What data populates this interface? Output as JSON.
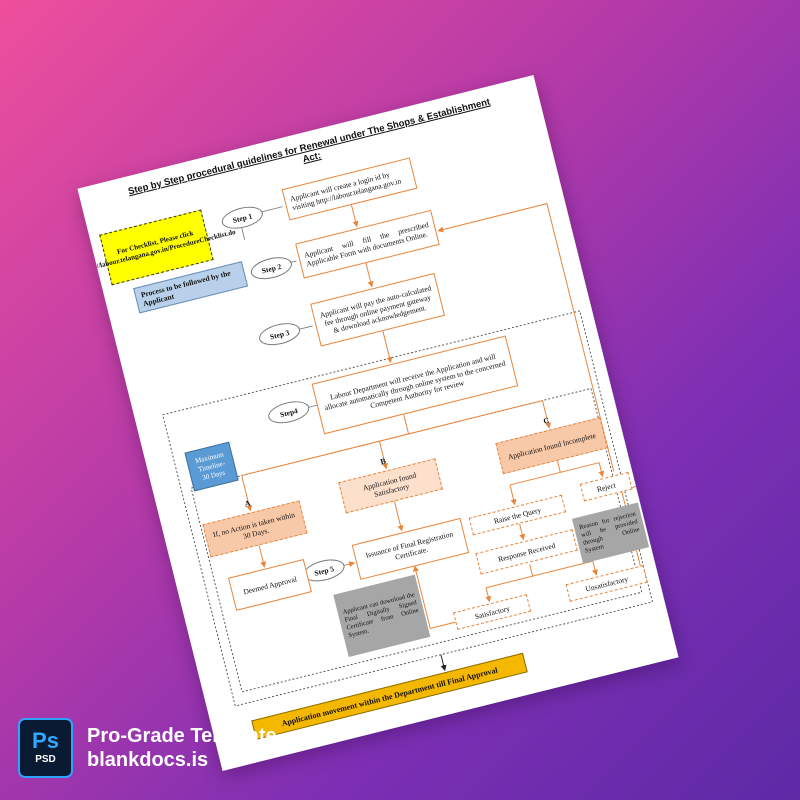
{
  "document": {
    "title": "Step by Step procedural guidelines for Renewal under The Shops & Establishment Act:",
    "checklist_box": "For Checklist, Please click https://labour.telangana.gov.in/ProcedureChecklist.do",
    "process_label": "Process to be followed by the Applicant",
    "timeline_label": "Maximum Timeline- 30 Days",
    "steps": {
      "step1": "Step 1",
      "step2": "Step 2",
      "step3": "Step 3",
      "step4": "Step4",
      "step5": "Step 5"
    },
    "boxes": {
      "login": "Applicant will create a login id by visiting http://labour.telangana.gov.in",
      "fill_form": "Applicant will fill the prescribed Applicable Form with documents Online.",
      "pay_fee": "Applicant will pay the auto-calculated fee through online payment gateway & download acknowledgement.",
      "receive": "Labour Department will receive the Application and will allocate automatically through online system to the concerned Competent Authority for review",
      "no_action": "If, no Action is taken within 30 Days.",
      "satisfactory_found": "Application found Satisfactory",
      "incomplete_found": "Application found Incomplete",
      "deemed": "Deemed Approval",
      "issuance": "Issuance of Final Registration Certificate.",
      "raise_query": "Raise the Query",
      "reject": "Reject",
      "response": "Response Received",
      "satisfactory": "Satisfactory",
      "unsatisfactory": "Unsatisfactory",
      "download_note": "Applicant can download the Final Digitally Signed Certificate from Online System.",
      "reason_note": "Reason for rejection will be provided through Online System",
      "movement": "Application movement within the Department till Final Approval"
    },
    "branch_labels": {
      "a": "A",
      "b": "B",
      "c": "C"
    }
  },
  "branding": {
    "ps_main": "Ps",
    "ps_sub": "PSD",
    "line1": "Pro-Grade Template",
    "line2": "blankdocs.is"
  },
  "colors": {
    "accent_orange": "#e8853a",
    "yellow": "#ffff00",
    "blue_label": "#b8d0ea",
    "timeline_blue": "#5b9bd5",
    "peach": "#f8c9a8",
    "gold": "#f5b800",
    "grey_note": "#a6a6a6",
    "ps_blue": "#31a8ff"
  }
}
